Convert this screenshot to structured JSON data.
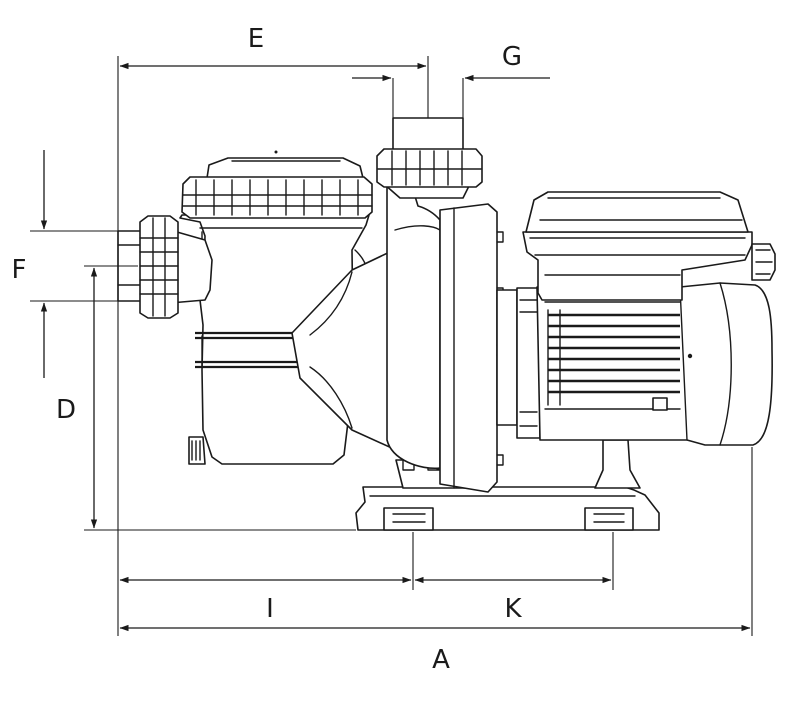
{
  "dimensions": {
    "E": "E",
    "G": "G",
    "F": "F",
    "D": "D",
    "I": "I",
    "K": "K",
    "A": "A"
  },
  "colors": {
    "line": "#1a1a1a",
    "background": "#ffffff"
  }
}
